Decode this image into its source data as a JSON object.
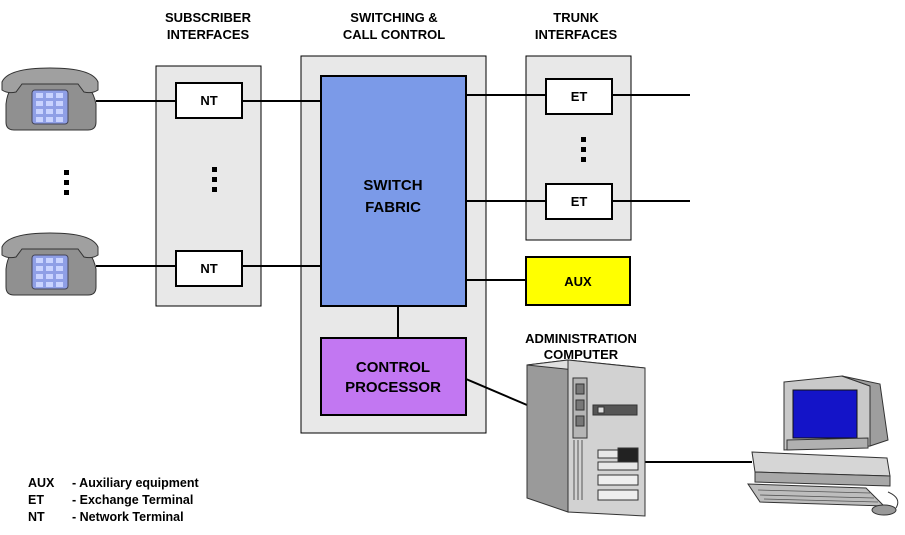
{
  "headers": {
    "subscriber": [
      "SUBSCRIBER",
      "INTERFACES"
    ],
    "switching": [
      "SWITCHING &",
      "CALL CONTROL"
    ],
    "trunk": [
      "TRUNK",
      "INTERFACES"
    ],
    "admin": [
      "ADMINISTRATION",
      "COMPUTER"
    ]
  },
  "boxes": {
    "nt_top": "NT",
    "nt_bottom": "NT",
    "et_top": "ET",
    "et_bottom": "ET",
    "switch_fabric": [
      "SWITCH",
      "FABRIC"
    ],
    "control_processor": [
      "CONTROL",
      "PROCESSOR"
    ],
    "aux": "AUX"
  },
  "legend": [
    {
      "abbr": "AUX",
      "desc": "- Auxiliary equipment"
    },
    {
      "abbr": "ET",
      "desc": "- Exchange Terminal"
    },
    {
      "abbr": "NT",
      "desc": "- Network Terminal"
    }
  ],
  "colors": {
    "panel": "#e8e8e8",
    "switch_fabric": "#7b9ae8",
    "control_processor": "#c277f2",
    "aux": "#ffff00",
    "phone_body": "#909090",
    "phone_keypad": "#8f9fe6",
    "cord": "#8b3a2a",
    "monitor_screen": "#1414c8"
  },
  "icons": [
    "telephone-icon",
    "server-tower-icon",
    "desktop-computer-icon",
    "vertical-ellipsis-icon"
  ]
}
